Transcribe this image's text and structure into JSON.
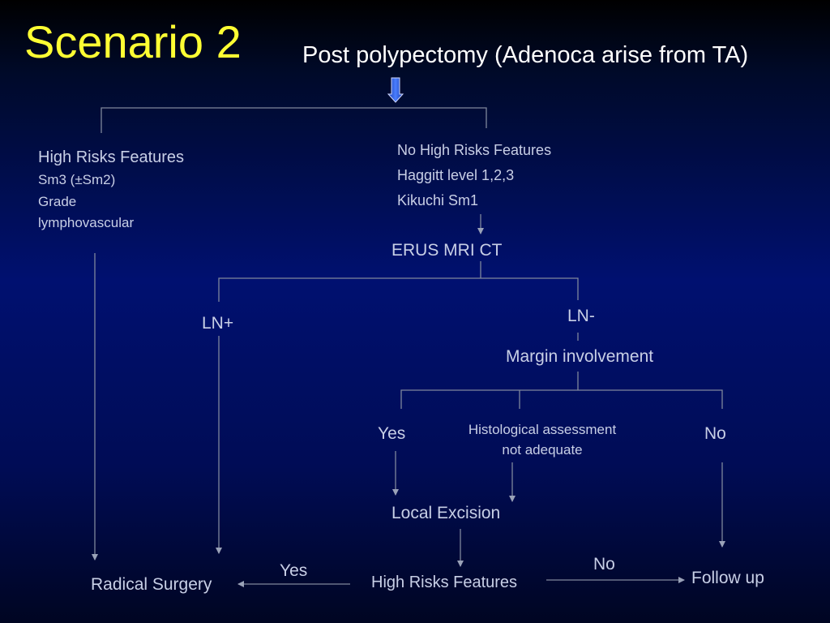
{
  "header": {
    "title": "Scenario 2",
    "subtitle": "Post polypectomy (Adenoca arise from TA)"
  },
  "left_branch": {
    "heading": "High Risks Features",
    "items": [
      "Sm3 (±Sm2)",
      "Grade",
      "lymphovascular"
    ]
  },
  "right_branch": {
    "heading": "No High Risks Features",
    "items": [
      "Haggitt level 1,2,3",
      "Kikuchi  Sm1"
    ]
  },
  "staging": "ERUS MRI CT",
  "ln_positive": "LN+",
  "ln_negative": "LN-",
  "margin": "Margin involvement",
  "margin_options": {
    "yes": "Yes",
    "inadequate_line1": "Histological assessment",
    "inadequate_line2": "not adequate",
    "no": "No"
  },
  "local_excision": "Local Excision",
  "bottom": {
    "radical_surgery": "Radical Surgery",
    "yes": "Yes",
    "high_risks": "High Risks Features",
    "no": "No",
    "follow_up": "Follow up"
  },
  "colors": {
    "title": "#ffff33",
    "subtitle": "#ffffff",
    "text": "#c8cfe6",
    "line": "#7f879c",
    "arrow_fill": "#2a56d8"
  }
}
